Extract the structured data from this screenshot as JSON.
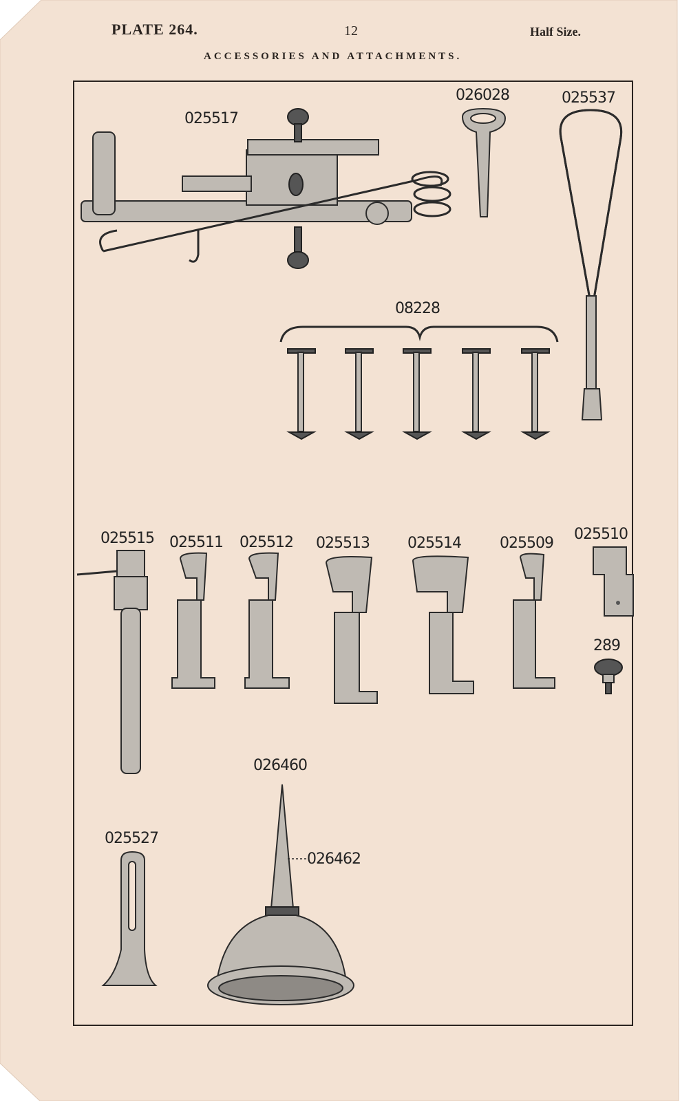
{
  "header": {
    "plate": "PLATE 264.",
    "page_number": "12",
    "scale": "Half Size.",
    "subtitle": "ACCESSORIES AND ATTACHMENTS."
  },
  "parts": {
    "p025517": "025517",
    "p026028": "026028",
    "p025537": "025537",
    "p08228": "08228",
    "p025515": "025515",
    "p025511": "025511",
    "p025512": "025512",
    "p025513": "025513",
    "p025514": "025514",
    "p025509": "025509",
    "p025510": "025510",
    "p289": "289",
    "p026460": "026460",
    "p026462": "026462",
    "p025527": "025527"
  },
  "colors": {
    "paper": "#f3e2d3",
    "ink": "#2a2420",
    "metal": "#bfbab3"
  }
}
